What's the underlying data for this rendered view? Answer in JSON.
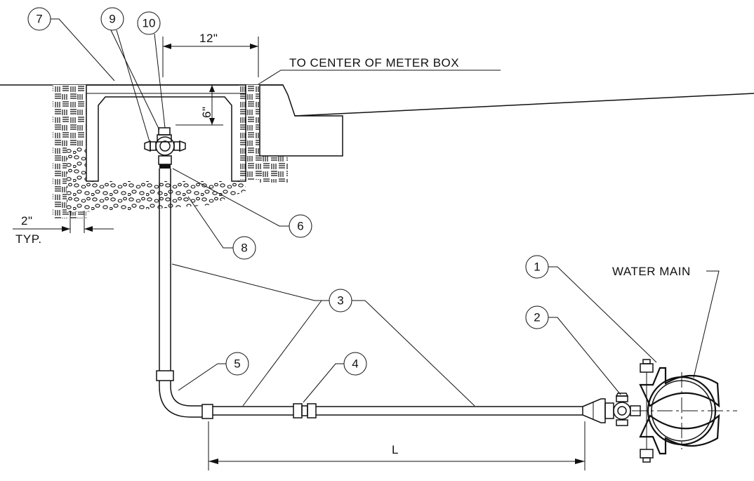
{
  "labels": {
    "dim_12": "12\"",
    "to_center": "TO CENTER OF METER BOX",
    "dim_6": "6\"",
    "dim_2": "2\"",
    "typ": "TYP.",
    "water_main": "WATER MAIN",
    "length": "L"
  },
  "callouts": {
    "c1": "1",
    "c2": "2",
    "c3": "3",
    "c4": "4",
    "c5": "5",
    "c6": "6",
    "c7": "7",
    "c8": "8",
    "c9": "9",
    "c10": "10"
  }
}
